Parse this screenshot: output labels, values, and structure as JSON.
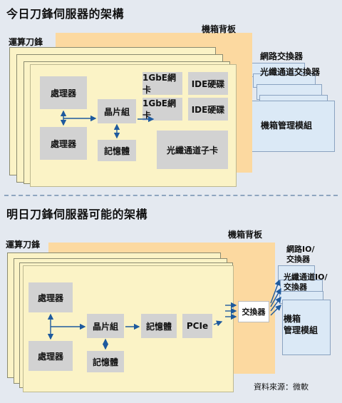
{
  "today": {
    "title": "今日刀鋒伺服器的架構",
    "chassis_backplane": "機箱背板",
    "blade_label": "運算刀鋒",
    "network_switch": "網路交換器",
    "fibre_switch": "光纖通道交換器",
    "chassis_mgmt": "機箱管理模組",
    "processor_1": "處理器",
    "processor_2": "處理器",
    "chipset": "晶片組",
    "memory": "記憶體",
    "nic_1": "1GbE網卡",
    "nic_2": "1GbE網卡",
    "ide_1": "IDE硬碟",
    "ide_2": "IDE硬碟",
    "fibre_card": "光纖通道子卡"
  },
  "tomorrow": {
    "title": "明日刀鋒伺服器可能的架構",
    "chassis_backplane": "機箱背板",
    "blade_label": "運算刀鋒",
    "network_io_1": "網路IO/",
    "network_io_2": "交換器",
    "fibre_io_1": "光纖通道IO/",
    "fibre_io_2": "交換器",
    "chassis_mgmt_1": "機箱",
    "chassis_mgmt_2": "管理模組",
    "processor_1": "處理器",
    "processor_2": "處理器",
    "chipset": "晶片組",
    "memory_chipset": "記憶體",
    "memory": "記憶體",
    "pcie": "PCIe",
    "switch": "交換器"
  },
  "source": "資料來源：微軟",
  "colors": {
    "background": "#e4e9f0",
    "backplane": "#fcd9a0",
    "blade": "#fbf3c6",
    "switch_module": "#dbe9f6",
    "component": "#d2d2d2",
    "arrow": "#1e5a9e"
  }
}
